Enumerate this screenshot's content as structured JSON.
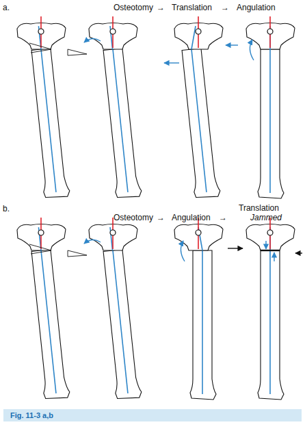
{
  "diagram": {
    "caption": "Fig. 11-3 a,b",
    "labels": [
      "a.",
      "Osteotomy",
      "→",
      "Translation",
      "→",
      "Angulation",
      "b.",
      "Osteotomy",
      "→",
      "Angulation",
      "→",
      "Translation",
      "Jammed"
    ]
  }
}
